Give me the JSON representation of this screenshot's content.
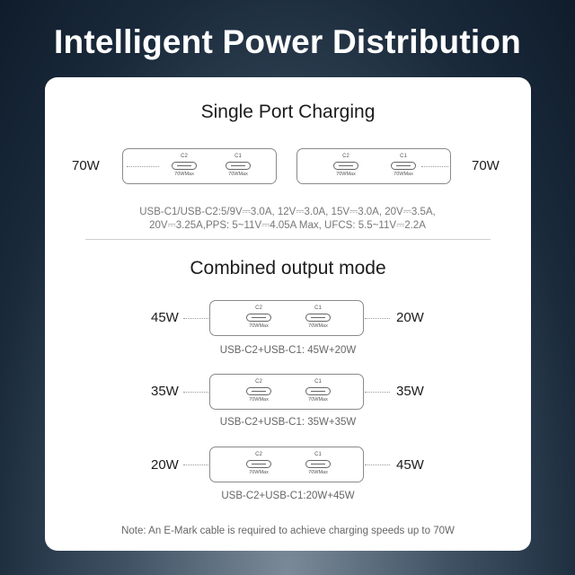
{
  "headline": "Intelligent Power Distribution",
  "single": {
    "title": "Single Port Charging",
    "left_watt": "70W",
    "right_watt": "70W",
    "spec_line1": "USB-C1/USB-C2:5/9V⎓3.0A, 12V⎓3.0A, 15V⎓3.0A, 20V⎓3.5A,",
    "spec_line2": "20V⎓3.25A,PPS: 5~11V⎓4.05A Max, UFCS: 5.5~11V⎓2.2A"
  },
  "combined": {
    "title": "Combined output mode",
    "rows": [
      {
        "left_watt": "45W",
        "right_watt": "20W",
        "caption": "USB-C2+USB-C1: 45W+20W"
      },
      {
        "left_watt": "35W",
        "right_watt": "35W",
        "caption": "USB-C2+USB-C1: 35W+35W"
      },
      {
        "left_watt": "20W",
        "right_watt": "45W",
        "caption": "USB-C2+USB-C1:20W+45W"
      }
    ]
  },
  "port": {
    "c2": "C2",
    "c1": "C1",
    "max": "70WMax"
  },
  "note": "Note: An E-Mark cable is required to achieve charging speeds up to 70W"
}
